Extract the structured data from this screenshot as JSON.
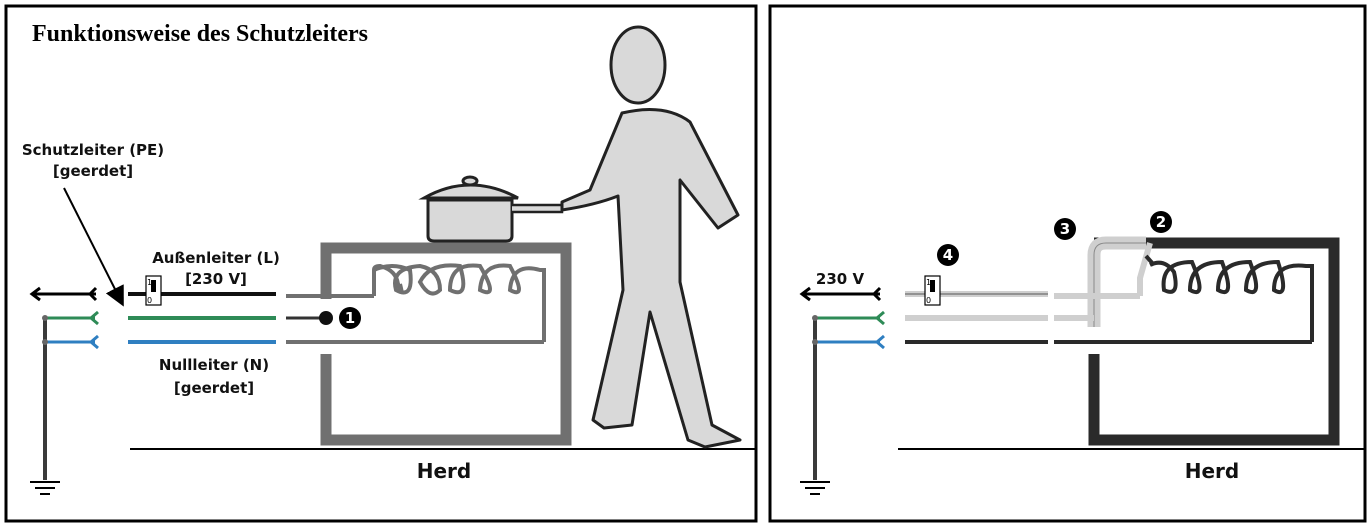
{
  "left": {
    "title": "Funktionsweise des Schutzleiters",
    "pe_label_line1": "Schutzleiter (PE)",
    "pe_label_line2": "[geerdet]",
    "l_label_line1": "Außenleiter (L)",
    "l_label_line2": "[230 V]",
    "n_label_line1": "Nullleiter (N)",
    "n_label_line2": "[geerdet]",
    "herd_label": "Herd",
    "marker": "1",
    "switch_on": "1",
    "switch_off": "0"
  },
  "right": {
    "voltage_label": "230 V",
    "herd_label": "Herd",
    "marker_2": "2",
    "marker_3": "3",
    "marker_4": "4",
    "switch_on": "1",
    "switch_off": "0"
  },
  "colors": {
    "pe_wire": "#2e8b57",
    "n_wire": "#2f7fc1",
    "l_wire": "#111111",
    "stove_left": "#707070",
    "stove_right": "#2a2a2a",
    "person": "#d9d9d9"
  }
}
